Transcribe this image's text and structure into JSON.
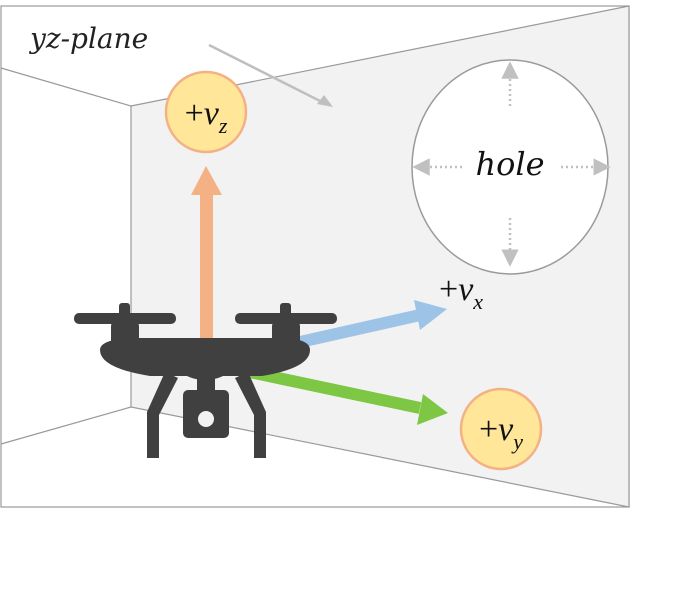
{
  "plane_label": "yz-plane",
  "hole_label": "hole",
  "velocity_labels": {
    "z": {
      "sign": "+",
      "symbol": "v",
      "sub": "z"
    },
    "x": {
      "sign": "+",
      "symbol": "v",
      "sub": "x"
    },
    "y": {
      "sign": "+",
      "symbol": "v",
      "sub": "y"
    }
  },
  "colors": {
    "wall_fill": "#f2f2f2",
    "wall_edge": "#9a9a9a",
    "arrow_z": "#f4b183",
    "arrow_x": "#9dc3e6",
    "arrow_y": "#7dc744",
    "badge_fill": "#ffe699",
    "badge_stroke": "#f4b183",
    "drone": "#404040",
    "hint_arrow": "#bfbfbf"
  },
  "icons": [
    "drone-icon",
    "pointer-arrow-icon",
    "expand-arrows-icon"
  ]
}
